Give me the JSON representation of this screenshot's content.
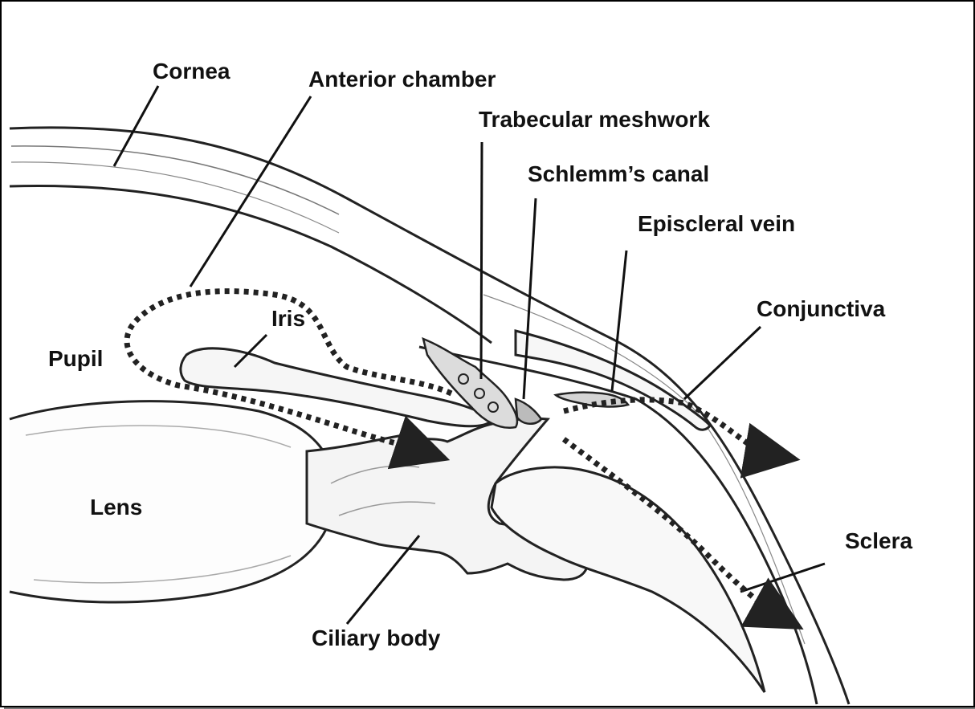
{
  "labels": {
    "cornea": "Cornea",
    "anterior_chamber": "Anterior chamber",
    "trabecular_meshwork": "Trabecular meshwork",
    "schlemms_canal": "Schlemm’s canal",
    "episcleral_vein": "Episcleral vein",
    "conjunctiva": "Conjunctiva",
    "iris": "Iris",
    "pupil": "Pupil",
    "lens": "Lens",
    "ciliary_body": "Ciliary body",
    "sclera": "Sclera"
  }
}
